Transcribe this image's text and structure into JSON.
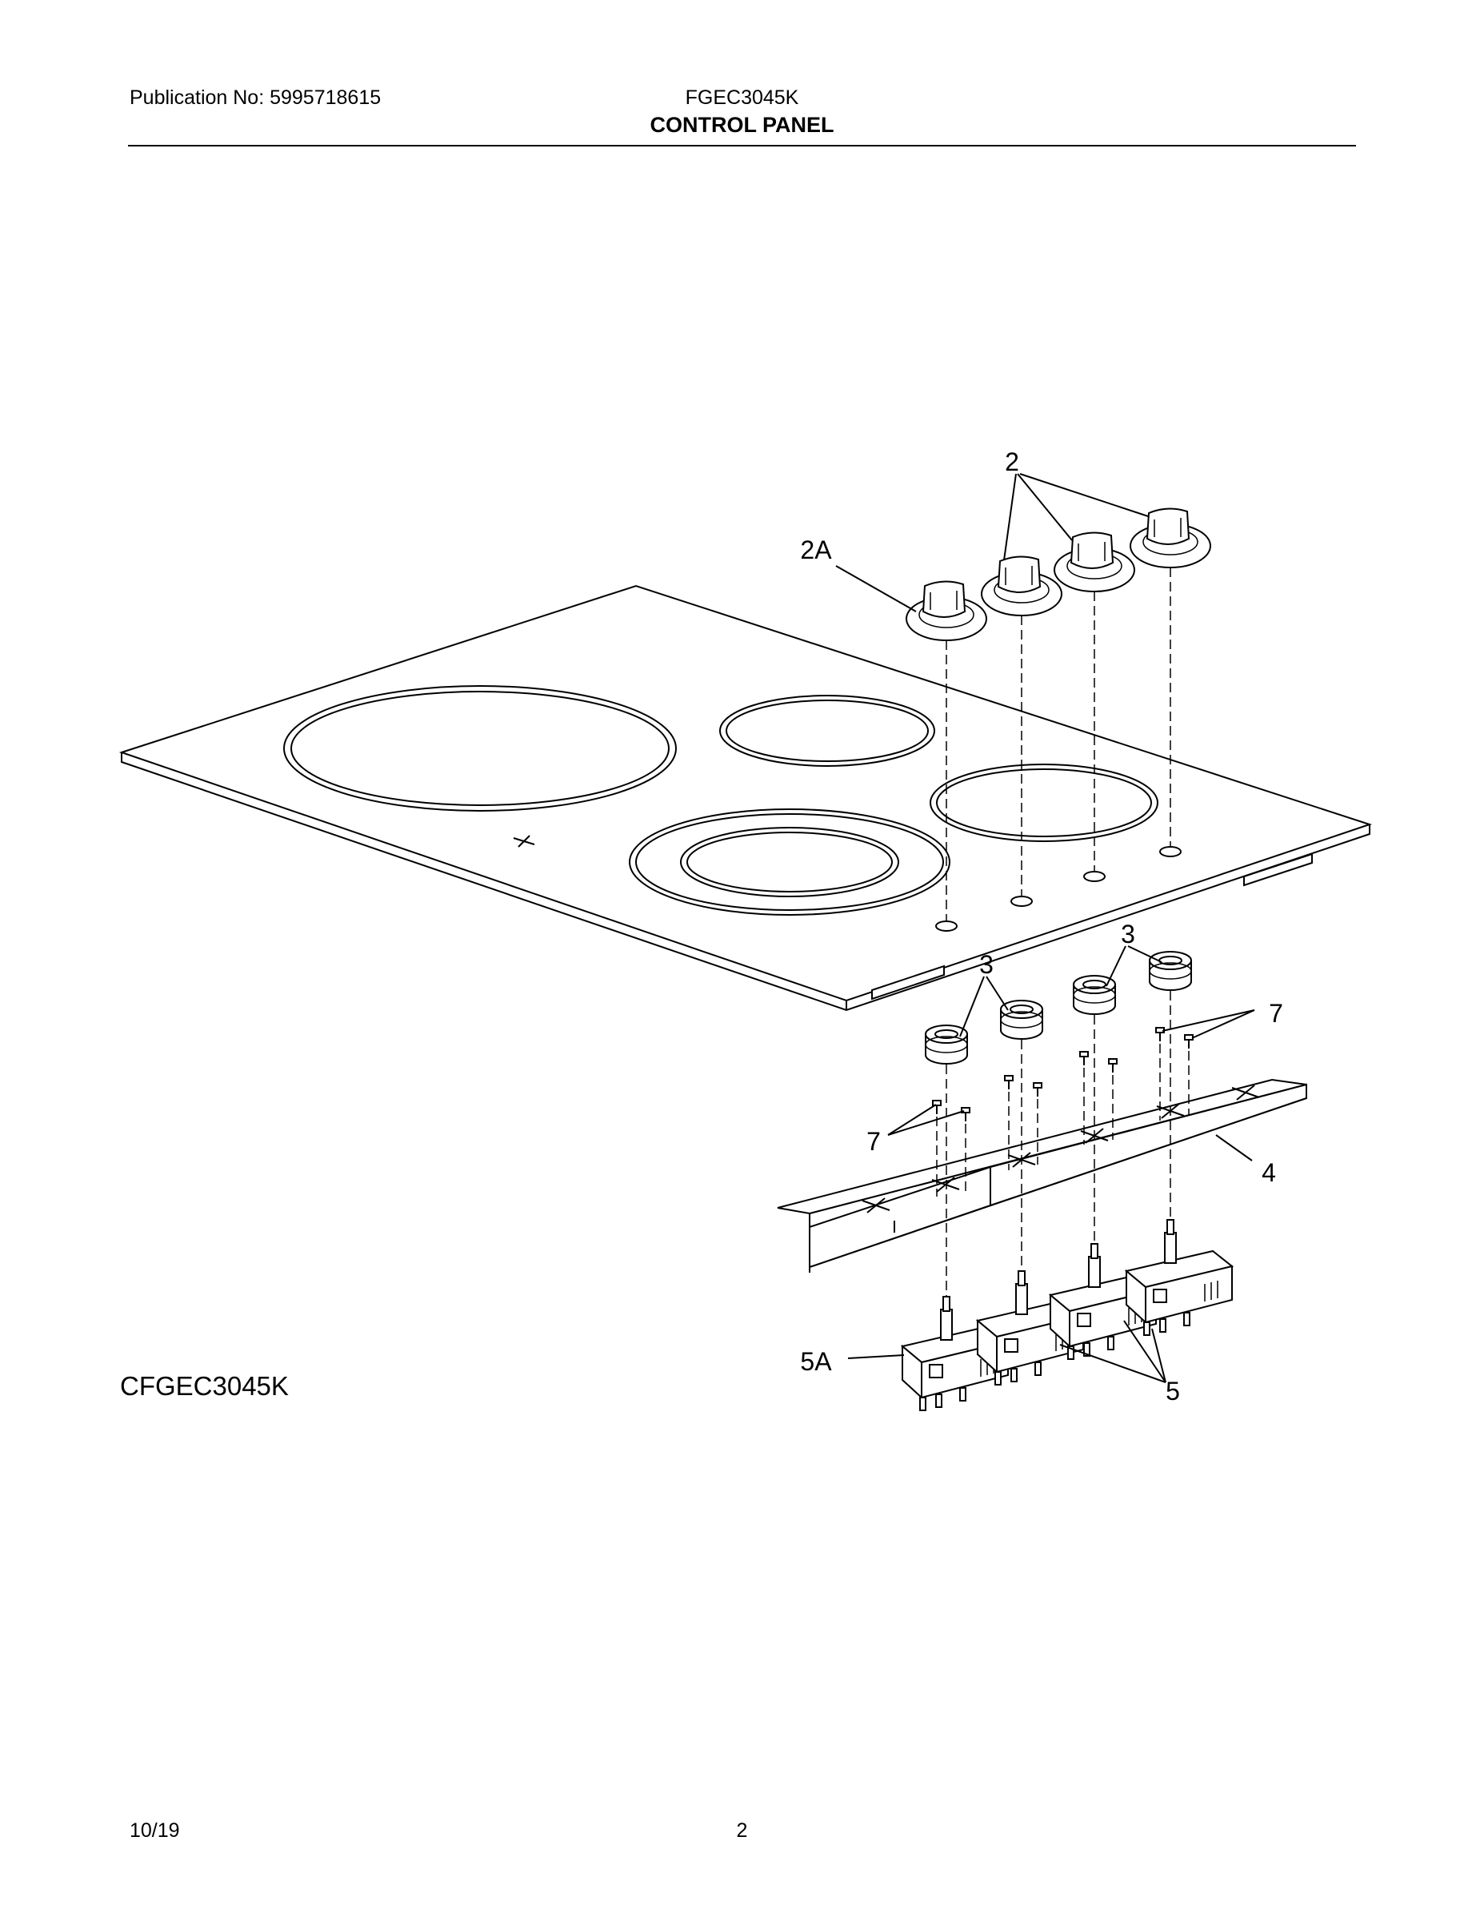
{
  "header": {
    "publication": "Publication No: 5995718615",
    "model": "FGEC3045K",
    "title": "CONTROL PANEL"
  },
  "diagram": {
    "model_code": "CFGEC3045K",
    "callouts": {
      "knob_2": "2",
      "knob_2a": "2A",
      "grommet_3_left": "3",
      "grommet_3_right": "3",
      "screw_7_left": "7",
      "screw_7_right": "7",
      "bracket_4": "4",
      "switch_5": "5",
      "switch_5a": "5A"
    }
  },
  "footer": {
    "date": "10/19",
    "page": "2"
  }
}
